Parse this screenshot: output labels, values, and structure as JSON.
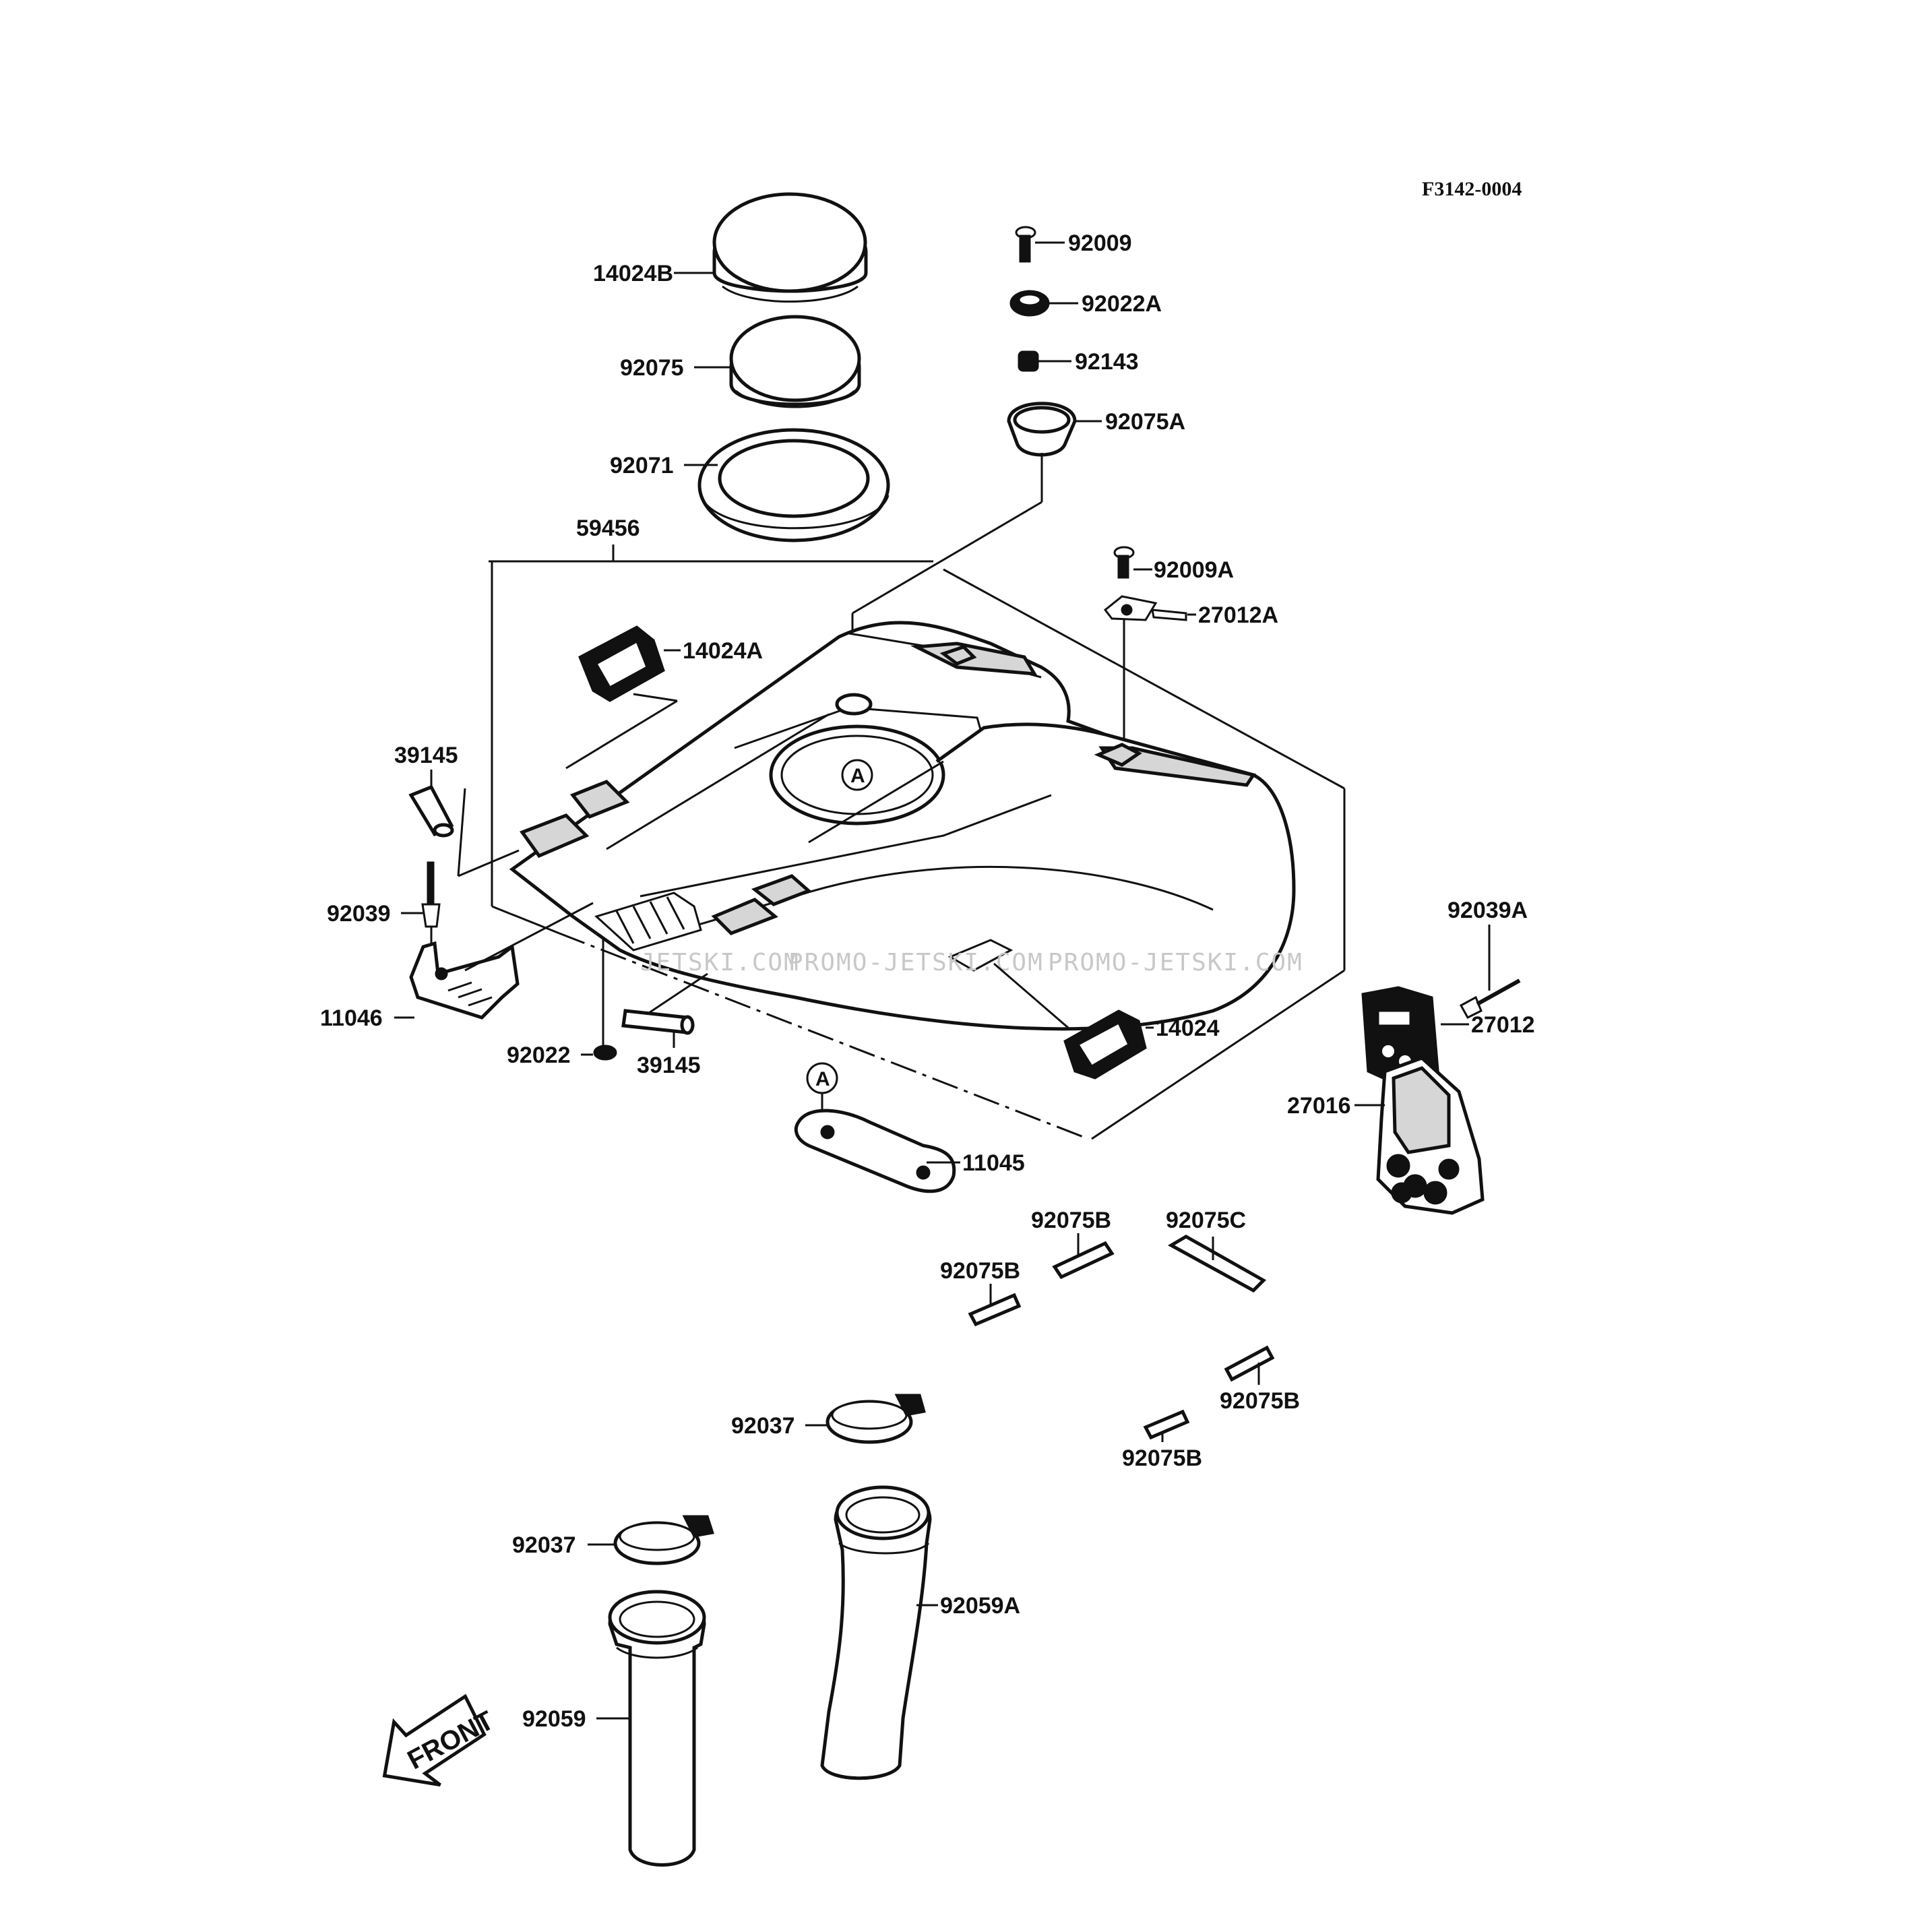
{
  "diagram_code": "F3142-0004",
  "watermarks": [
    "JETSKI.COM",
    "PROMO-JETSKI.COM",
    "PROMO-JETSKI.COM"
  ],
  "reference_marker": "A",
  "front_indicator": "FRONT",
  "part_labels": {
    "p14024B": "14024B",
    "p92075": "92075",
    "p92071": "92071",
    "p59456": "59456",
    "p92009": "92009",
    "p92022A": "92022A",
    "p92143": "92143",
    "p92075A": "92075A",
    "p92009A": "92009A",
    "p27012A": "27012A",
    "p14024A": "14024A",
    "p39145_top": "39145",
    "p92039": "92039",
    "p11046": "11046",
    "p92022": "92022",
    "p39145_bottom": "39145",
    "p14024": "14024",
    "p92039A": "92039A",
    "p27012": "27012",
    "p27016": "27016",
    "p11045": "11045",
    "p92075B_1": "92075B",
    "p92075C": "92075C",
    "p92075B_2": "92075B",
    "p92075B_3": "92075B",
    "p92075B_4": "92075B",
    "p92037_1": "92037",
    "p92037_2": "92037",
    "p92059A": "92059A",
    "p92059": "92059"
  }
}
